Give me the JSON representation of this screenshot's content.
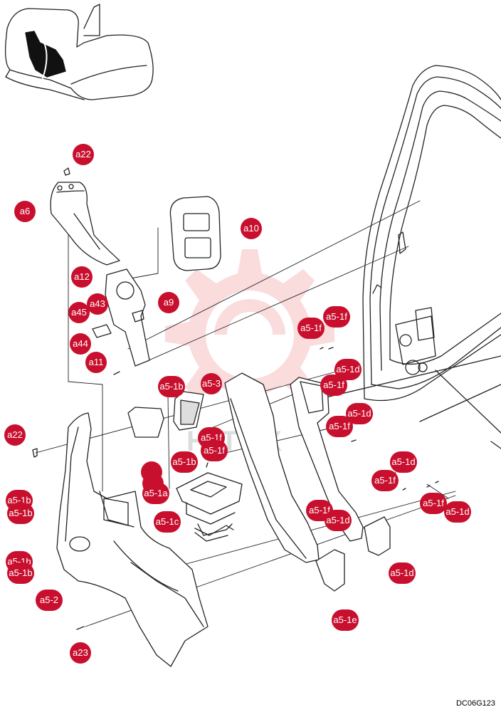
{
  "colors": {
    "callout": "#c8102e",
    "line": "#222222",
    "watermark": "#e8424a"
  },
  "callouts": {
    "a22_top": "a22",
    "a6": "a6",
    "a10": "a10",
    "a12": "a12",
    "a9": "a9",
    "a45": "a45",
    "a43": "a43",
    "a44": "a44",
    "a11": "a11",
    "a5_1b_top": "a5-1b",
    "a5_3": "a5-3",
    "a5_1f_a": "a5-1f",
    "a5_1f_b": "a5-1f",
    "a5_1d_a": "a5-1d",
    "a5_1f_c": "a5-1f",
    "a5_1d_b": "a5-1d",
    "a5_1f_d": "a5-1f",
    "a22_left": "a22",
    "a5_1f_e": "a5-1f",
    "a5_1f_f": "a5-1f",
    "a5_1b_mid": "a5-1b",
    "a5_1a": "a5-1a",
    "a5_1b_l1": "a5-1b",
    "a5_1b_l2": "a5-1b",
    "a5_1c": "a5-1c",
    "a5_1b_l3": "a5-1b",
    "a5_1b_l4": "a5-1b",
    "a5_2": "a5-2",
    "a23": "a23",
    "a5_1f_g": "a5-1f",
    "a5_1d_c": "a5-1d",
    "a5_1d_d": "a5-1d",
    "a5_1f_h": "a5-1f",
    "a5_1f_i": "a5-1f",
    "a5_1d_e": "a5-1d",
    "a5_1d_f": "a5-1d",
    "a5_1e": "a5-1e"
  },
  "watermark_text": "HITEX",
  "diagram_code": "DC06G123"
}
